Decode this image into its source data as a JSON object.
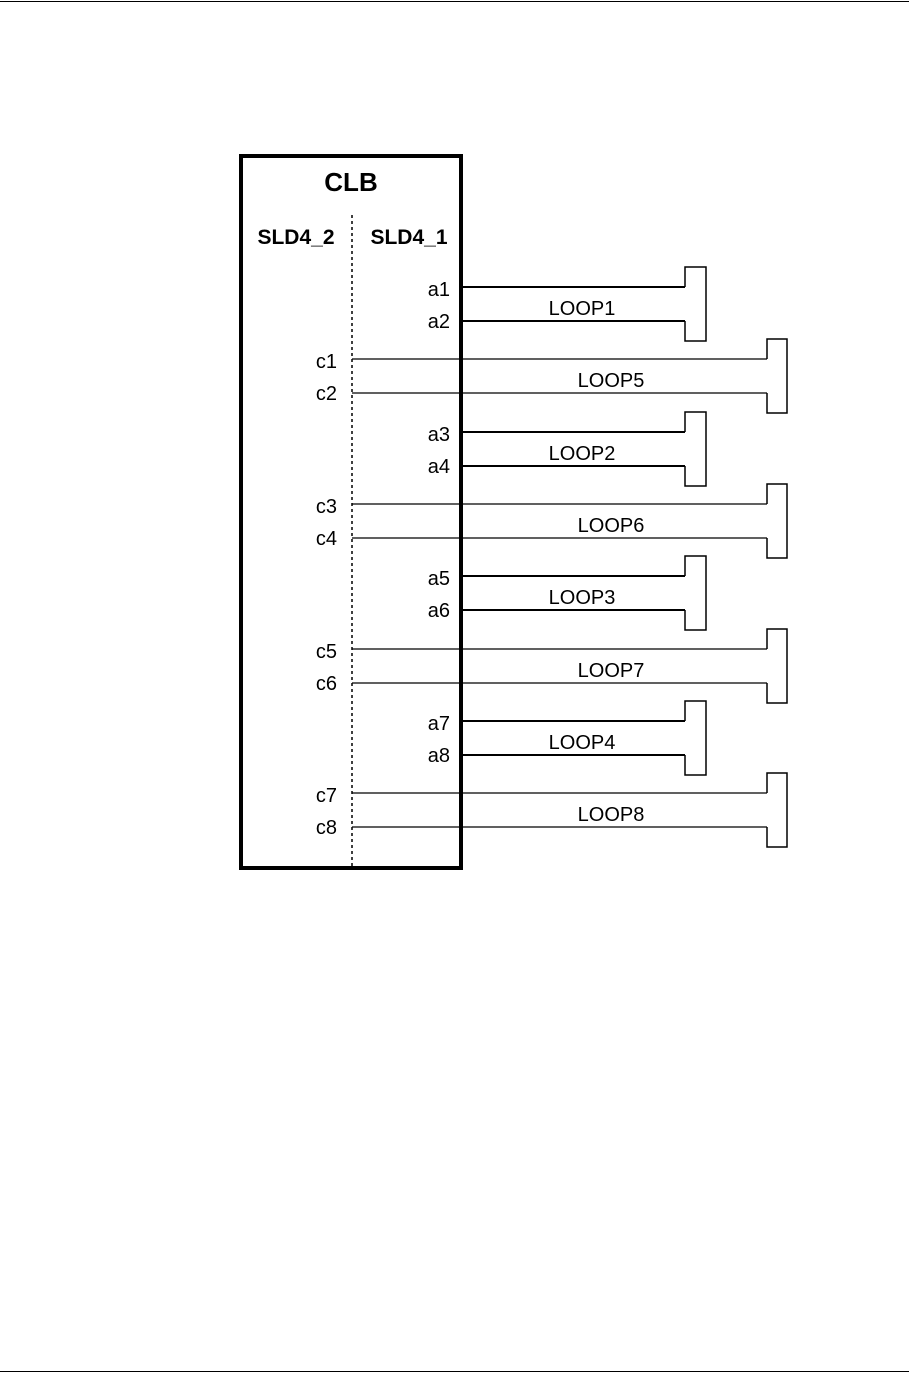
{
  "diagram": {
    "block_title": "CLB",
    "columns": {
      "left": "SLD4_2",
      "right": "SLD4_1"
    },
    "loops": [
      {
        "name": "LOOP1",
        "pins": [
          "a1",
          "a2"
        ],
        "side": "right"
      },
      {
        "name": "LOOP5",
        "pins": [
          "c1",
          "c2"
        ],
        "side": "left"
      },
      {
        "name": "LOOP2",
        "pins": [
          "a3",
          "a4"
        ],
        "side": "right"
      },
      {
        "name": "LOOP6",
        "pins": [
          "c3",
          "c4"
        ],
        "side": "left"
      },
      {
        "name": "LOOP3",
        "pins": [
          "a5",
          "a6"
        ],
        "side": "right"
      },
      {
        "name": "LOOP7",
        "pins": [
          "c5",
          "c6"
        ],
        "side": "left"
      },
      {
        "name": "LOOP4",
        "pins": [
          "a7",
          "a8"
        ],
        "side": "right"
      },
      {
        "name": "LOOP8",
        "pins": [
          "c7",
          "c8"
        ],
        "side": "left"
      }
    ]
  }
}
